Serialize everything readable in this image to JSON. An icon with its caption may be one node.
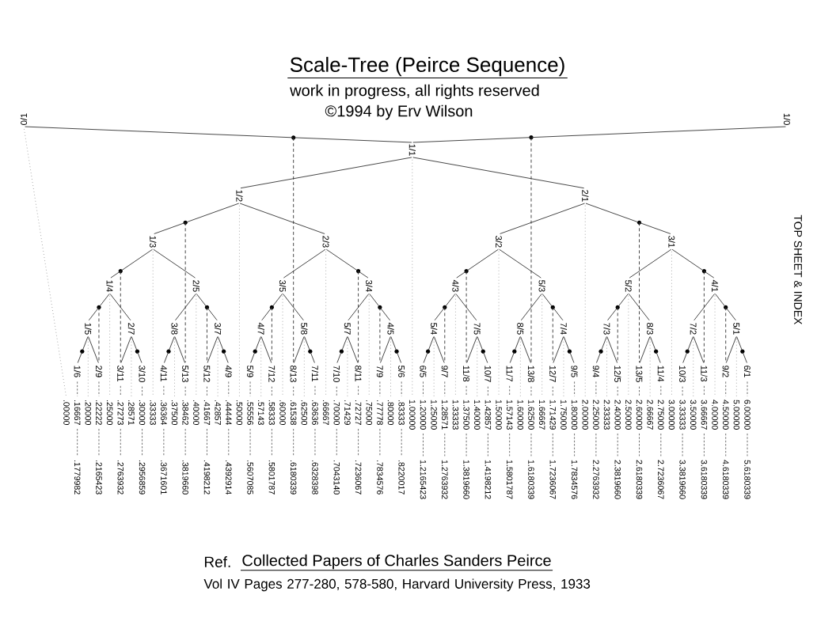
{
  "diagram": {
    "title": "Scale-Tree (Peirce Sequence)",
    "nodes": [
      {
        "text": [
          "0/1"
        ]
      },
      {
        "text": [
          "1/0"
        ]
      },
      {
        "text": [
          "1/1"
        ]
      },
      {
        "text": [
          "1/2"
        ]
      },
      {
        "text": [
          "2/1"
        ]
      },
      {
        "text": [
          "1/3"
        ]
      },
      {
        "text": [
          "2/3"
        ]
      },
      {
        "text": [
          "3/2"
        ]
      },
      {
        "text": [
          "3/1"
        ]
      },
      {
        "text": [
          "1/4"
        ]
      },
      {
        "text": [
          "2/5"
        ]
      },
      {
        "text": [
          "3/5"
        ]
      },
      {
        "text": [
          "3/4"
        ]
      },
      {
        "text": [
          "4/3"
        ]
      },
      {
        "text": [
          "5/3"
        ]
      },
      {
        "text": [
          "5/2"
        ]
      },
      {
        "text": [
          "4/1"
        ]
      },
      {
        "text": [
          "1/5"
        ]
      },
      {
        "text": [
          "2/7"
        ]
      },
      {
        "text": [
          "3/8"
        ]
      },
      {
        "text": [
          "3/7"
        ]
      },
      {
        "text": [
          "4/7"
        ]
      },
      {
        "text": [
          "5/8"
        ]
      },
      {
        "text": [
          "5/7"
        ]
      },
      {
        "text": [
          "4/5"
        ]
      },
      {
        "text": [
          "5/4"
        ]
      },
      {
        "text": [
          "7/5"
        ]
      },
      {
        "text": [
          "8/5"
        ]
      },
      {
        "text": [
          "7/4"
        ]
      },
      {
        "text": [
          "7/3"
        ]
      },
      {
        "text": [
          "8/3"
        ]
      },
      {
        "text": [
          "7/2"
        ]
      },
      {
        "text": [
          "5/1"
        ]
      },
      {
        "text": [
          "1/6"
        ]
      },
      {
        "text": [
          "2/9"
        ]
      },
      {
        "text": [
          "3/11"
        ]
      },
      {
        "text": [
          "3/10"
        ]
      },
      {
        "text": [
          "4/11"
        ]
      },
      {
        "text": [
          "5/13"
        ]
      },
      {
        "text": [
          "5/12"
        ]
      },
      {
        "text": [
          "4/9"
        ]
      },
      {
        "text": [
          "5/9"
        ]
      },
      {
        "text": [
          "7/12"
        ]
      },
      {
        "text": [
          "8/13"
        ]
      },
      {
        "text": [
          "7/11"
        ]
      },
      {
        "text": [
          "7/10"
        ]
      },
      {
        "text": [
          "8/11"
        ]
      },
      {
        "text": [
          "7/9"
        ]
      },
      {
        "text": [
          "5/6"
        ]
      },
      {
        "text": [
          "6/5"
        ]
      },
      {
        "text": [
          "9/7"
        ]
      },
      {
        "text": [
          "11/8"
        ]
      },
      {
        "text": [
          "10/7"
        ]
      },
      {
        "text": [
          "11/7"
        ]
      },
      {
        "text": [
          "13/8"
        ]
      },
      {
        "text": [
          "12/7"
        ]
      },
      {
        "text": [
          "9/5"
        ]
      },
      {
        "text": [
          "9/4"
        ]
      },
      {
        "text": [
          "12/5"
        ]
      },
      {
        "text": [
          "13/5"
        ]
      },
      {
        "text": [
          "11/4"
        ]
      },
      {
        "text": [
          "10/3"
        ]
      },
      {
        "text": [
          "11/3"
        ]
      },
      {
        "text": [
          "9/2"
        ]
      },
      {
        "text": [
          "6/1"
        ]
      },
      {
        "text": [],
        "shape": "circle"
      },
      {
        "text": [],
        "shape": "circle"
      },
      {
        "text": [],
        "shape": "circle"
      },
      {
        "text": [],
        "shape": "circle"
      },
      {
        "text": [],
        "shape": "circle"
      },
      {
        "text": [],
        "shape": "circle"
      },
      {
        "text": [],
        "shape": "circle"
      },
      {
        "text": [],
        "shape": "circle"
      },
      {
        "text": [],
        "shape": "circle"
      },
      {
        "text": [],
        "shape": "circle"
      },
      {
        "text": [],
        "shape": "circle"
      },
      {
        "text": [],
        "shape": "circle"
      },
      {
        "text": [],
        "shape": "circle"
      },
      {
        "text": [],
        "shape": "circle"
      },
      {
        "text": [],
        "shape": "circle"
      },
      {
        "text": [],
        "shape": "circle"
      },
      {
        "text": [],
        "shape": "circle"
      },
      {
        "text": [],
        "shape": "circle"
      },
      {
        "text": [],
        "shape": "circle"
      },
      {
        "text": [],
        "shape": "circle"
      },
      {
        "text": [],
        "shape": "circle"
      },
      {
        "text": [],
        "shape": "circle"
      },
      {
        "text": [],
        "shape": "circle"
      },
      {
        "text": [],
        "shape": "circle"
      },
      {
        "text": [],
        "shape": "circle"
      },
      {
        "text": [],
        "shape": "circle"
      },
      {
        "text": [],
        "shape": "circle"
      },
      {
        "text": [],
        "shape": "circle"
      },
      {
        "text": [],
        "shape": "circle"
      },
      {
        "text": [],
        "shape": "circle"
      },
      {
        "text": [],
        "shape": "circle"
      },
      {
        "text": [],
        "shape": "circle"
      },
      {
        "text": [
          ".00000"
        ]
      },
      {
        "text": [
          ".16667"
        ]
      },
      {
        "text": [
          ".1779982"
        ]
      },
      {
        "text": [
          ".20000"
        ]
      },
      {
        "text": [
          ".22222"
        ]
      },
      {
        "text": [
          ".2165423"
        ]
      },
      {
        "text": [
          ".25000"
        ]
      },
      {
        "text": [
          ".27273"
        ]
      },
      {
        "text": [
          ".2763932"
        ]
      },
      {
        "text": [
          ".28571"
        ]
      },
      {
        "text": [
          ".30000"
        ]
      },
      {
        "text": [
          ".2956859"
        ]
      },
      {
        "text": [
          ".33333"
        ]
      },
      {
        "text": [
          ".36364"
        ]
      },
      {
        "text": [
          ".3671601"
        ]
      },
      {
        "text": [
          ".37500"
        ]
      },
      {
        "text": [
          ".38462"
        ]
      },
      {
        "text": [
          ".3819660"
        ]
      },
      {
        "text": [
          ".40000"
        ]
      },
      {
        "text": [
          ".41667"
        ]
      },
      {
        "text": [
          ".4198212"
        ]
      },
      {
        "text": [
          ".42857"
        ]
      },
      {
        "text": [
          ".44444"
        ]
      },
      {
        "text": [
          ".4392914"
        ]
      },
      {
        "text": [
          ".50000"
        ]
      },
      {
        "text": [
          ".55556"
        ]
      },
      {
        "text": [
          ".5607085"
        ]
      },
      {
        "text": [
          ".57143"
        ]
      },
      {
        "text": [
          ".58333"
        ]
      },
      {
        "text": [
          ".5801787"
        ]
      },
      {
        "text": [
          ".60000"
        ]
      },
      {
        "text": [
          ".61538"
        ]
      },
      {
        "text": [
          ".6180339"
        ]
      },
      {
        "text": [
          ".62500"
        ]
      },
      {
        "text": [
          ".63636"
        ]
      },
      {
        "text": [
          ".6328398"
        ]
      },
      {
        "text": [
          ".66667"
        ]
      },
      {
        "text": [
          ".70000"
        ]
      },
      {
        "text": [
          ".7043140"
        ]
      },
      {
        "text": [
          ".71429"
        ]
      },
      {
        "text": [
          ".72727"
        ]
      },
      {
        "text": [
          ".7236067"
        ]
      },
      {
        "text": [
          ".75000"
        ]
      },
      {
        "text": [
          ".77778"
        ]
      },
      {
        "text": [
          ".7834576"
        ]
      },
      {
        "text": [
          ".80000"
        ]
      },
      {
        "text": [
          ".83333"
        ]
      },
      {
        "text": [
          ".8220017"
        ]
      },
      {
        "text": [
          "1.00000"
        ]
      },
      {
        "text": [
          "1.20000"
        ]
      },
      {
        "text": [
          "1.2165423"
        ]
      },
      {
        "text": [
          "1.25000"
        ]
      },
      {
        "text": [
          "1.28571"
        ]
      },
      {
        "text": [
          "1.2763932"
        ]
      },
      {
        "text": [
          "1.33333"
        ]
      },
      {
        "text": [
          "1.37500"
        ]
      },
      {
        "text": [
          "1.3819660"
        ]
      },
      {
        "text": [
          "1.40000"
        ]
      },
      {
        "text": [
          "1.42857"
        ]
      },
      {
        "text": [
          "1.4198212"
        ]
      },
      {
        "text": [
          "1.50000"
        ]
      },
      {
        "text": [
          "1.57143"
        ]
      },
      {
        "text": [
          "1.5801787"
        ]
      },
      {
        "text": [
          "1.60000"
        ]
      },
      {
        "text": [
          "1.62500"
        ]
      },
      {
        "text": [
          "1.6180339"
        ]
      },
      {
        "text": [
          "1.66667"
        ]
      },
      {
        "text": [
          "1.71429"
        ]
      },
      {
        "text": [
          "1.7236067"
        ]
      },
      {
        "text": [
          "1.75000"
        ]
      },
      {
        "text": [
          "1.80000"
        ]
      },
      {
        "text": [
          "1.7834576"
        ]
      },
      {
        "text": [
          "2.00000"
        ]
      },
      {
        "text": [
          "2.25000"
        ]
      },
      {
        "text": [
          "2.2763932"
        ]
      },
      {
        "text": [
          "2.33333"
        ]
      },
      {
        "text": [
          "2.40000"
        ]
      },
      {
        "text": [
          "2.3819660"
        ]
      },
      {
        "text": [
          "2.50000"
        ]
      },
      {
        "text": [
          "2.60000"
        ]
      },
      {
        "text": [
          "2.6180339"
        ]
      },
      {
        "text": [
          "2.66667"
        ]
      },
      {
        "text": [
          "2.75000"
        ]
      },
      {
        "text": [
          "2.7236067"
        ]
      },
      {
        "text": [
          "3.00000"
        ]
      },
      {
        "text": [
          "3.33333"
        ]
      },
      {
        "text": [
          "3.3819660"
        ]
      },
      {
        "text": [
          "3.50000"
        ]
      },
      {
        "text": [
          "3.66667"
        ]
      },
      {
        "text": [
          "3.6180339"
        ]
      },
      {
        "text": [
          "4.00000"
        ]
      },
      {
        "text": [
          "4.50000"
        ]
      },
      {
        "text": [
          "4.6180339"
        ]
      },
      {
        "text": [
          "5.00000"
        ]
      },
      {
        "text": [
          "6.00000"
        ]
      },
      {
        "text": [
          "5.6180339"
        ]
      }
    ],
    "edges": [
      {
        "from": 2,
        "to": 75,
        "arrow": "none"
      },
      {
        "from": 75,
        "to": 0,
        "arrow": "none"
      },
      {
        "from": 2,
        "to": 86,
        "arrow": "none"
      },
      {
        "from": 86,
        "to": 1,
        "arrow": "none"
      },
      {
        "from": 2,
        "to": 3,
        "arrow": "none"
      },
      {
        "from": 2,
        "to": 4,
        "arrow": "none"
      },
      {
        "from": 3,
        "to": 70,
        "arrow": "none"
      },
      {
        "from": 70,
        "to": 5,
        "arrow": "none"
      },
      {
        "from": 3,
        "to": 6,
        "arrow": "none"
      },
      {
        "from": 4,
        "to": 7,
        "arrow": "none"
      },
      {
        "from": 4,
        "to": 91,
        "arrow": "none"
      },
      {
        "from": 91,
        "to": 8,
        "arrow": "none"
      },
      {
        "from": 5,
        "to": 67,
        "arrow": "none"
      },
      {
        "from": 67,
        "to": 9,
        "arrow": "none"
      },
      {
        "from": 5,
        "to": 10,
        "arrow": "none"
      },
      {
        "from": 6,
        "to": 11,
        "arrow": "none"
      },
      {
        "from": 6,
        "to": 78,
        "arrow": "none"
      },
      {
        "from": 78,
        "to": 12,
        "arrow": "none"
      },
      {
        "from": 7,
        "to": 83,
        "arrow": "none"
      },
      {
        "from": 83,
        "to": 13,
        "arrow": "none"
      },
      {
        "from": 7,
        "to": 14,
        "arrow": "none"
      },
      {
        "from": 8,
        "to": 15,
        "arrow": "none"
      },
      {
        "from": 8,
        "to": 94,
        "arrow": "none"
      },
      {
        "from": 94,
        "to": 16,
        "arrow": "none"
      },
      {
        "from": 9,
        "to": 66,
        "arrow": "none"
      },
      {
        "from": 66,
        "to": 17,
        "arrow": "none"
      },
      {
        "from": 9,
        "to": 18,
        "arrow": "none"
      },
      {
        "from": 10,
        "to": 19,
        "arrow": "none"
      },
      {
        "from": 10,
        "to": 71,
        "arrow": "none"
      },
      {
        "from": 71,
        "to": 20,
        "arrow": "none"
      },
      {
        "from": 11,
        "to": 74,
        "arrow": "none"
      },
      {
        "from": 74,
        "to": 21,
        "arrow": "none"
      },
      {
        "from": 11,
        "to": 22,
        "arrow": "none"
      },
      {
        "from": 12,
        "to": 23,
        "arrow": "none"
      },
      {
        "from": 12,
        "to": 79,
        "arrow": "none"
      },
      {
        "from": 79,
        "to": 24,
        "arrow": "none"
      },
      {
        "from": 13,
        "to": 82,
        "arrow": "none"
      },
      {
        "from": 82,
        "to": 25,
        "arrow": "none"
      },
      {
        "from": 13,
        "to": 26,
        "arrow": "none"
      },
      {
        "from": 14,
        "to": 27,
        "arrow": "none"
      },
      {
        "from": 14,
        "to": 87,
        "arrow": "none"
      },
      {
        "from": 87,
        "to": 28,
        "arrow": "none"
      },
      {
        "from": 15,
        "to": 90,
        "arrow": "none"
      },
      {
        "from": 90,
        "to": 29,
        "arrow": "none"
      },
      {
        "from": 15,
        "to": 30,
        "arrow": "none"
      },
      {
        "from": 16,
        "to": 31,
        "arrow": "none"
      },
      {
        "from": 16,
        "to": 95,
        "arrow": "none"
      },
      {
        "from": 95,
        "to": 32,
        "arrow": "none"
      },
      {
        "from": 17,
        "to": 65,
        "arrow": "none"
      },
      {
        "from": 65,
        "to": 33,
        "arrow": "none"
      },
      {
        "from": 17,
        "to": 34,
        "arrow": "none"
      },
      {
        "from": 18,
        "to": 35,
        "arrow": "none"
      },
      {
        "from": 18,
        "to": 68,
        "arrow": "none"
      },
      {
        "from": 68,
        "to": 36,
        "arrow": "none"
      },
      {
        "from": 19,
        "to": 69,
        "arrow": "none"
      },
      {
        "from": 69,
        "to": 37,
        "arrow": "none"
      },
      {
        "from": 19,
        "to": 38,
        "arrow": "none"
      },
      {
        "from": 20,
        "to": 39,
        "arrow": "none"
      },
      {
        "from": 20,
        "to": 72,
        "arrow": "none"
      },
      {
        "from": 72,
        "to": 40,
        "arrow": "none"
      },
      {
        "from": 21,
        "to": 73,
        "arrow": "none"
      },
      {
        "from": 73,
        "to": 41,
        "arrow": "none"
      },
      {
        "from": 21,
        "to": 42,
        "arrow": "none"
      },
      {
        "from": 22,
        "to": 43,
        "arrow": "none"
      },
      {
        "from": 22,
        "to": 76,
        "arrow": "none"
      },
      {
        "from": 76,
        "to": 44,
        "arrow": "none"
      },
      {
        "from": 23,
        "to": 77,
        "arrow": "none"
      },
      {
        "from": 77,
        "to": 45,
        "arrow": "none"
      },
      {
        "from": 23,
        "to": 46,
        "arrow": "none"
      },
      {
        "from": 24,
        "to": 47,
        "arrow": "none"
      },
      {
        "from": 24,
        "to": 80,
        "arrow": "none"
      },
      {
        "from": 80,
        "to": 48,
        "arrow": "none"
      },
      {
        "from": 25,
        "to": 81,
        "arrow": "none"
      },
      {
        "from": 81,
        "to": 49,
        "arrow": "none"
      },
      {
        "from": 25,
        "to": 50,
        "arrow": "none"
      },
      {
        "from": 26,
        "to": 51,
        "arrow": "none"
      },
      {
        "from": 26,
        "to": 84,
        "arrow": "none"
      },
      {
        "from": 84,
        "to": 52,
        "arrow": "none"
      },
      {
        "from": 27,
        "to": 85,
        "arrow": "none"
      },
      {
        "from": 85,
        "to": 53,
        "arrow": "none"
      },
      {
        "from": 27,
        "to": 54,
        "arrow": "none"
      },
      {
        "from": 28,
        "to": 55,
        "arrow": "none"
      },
      {
        "from": 28,
        "to": 88,
        "arrow": "none"
      },
      {
        "from": 88,
        "to": 56,
        "arrow": "none"
      },
      {
        "from": 29,
        "to": 89,
        "arrow": "none"
      },
      {
        "from": 89,
        "to": 57,
        "arrow": "none"
      },
      {
        "from": 29,
        "to": 58,
        "arrow": "none"
      },
      {
        "from": 30,
        "to": 59,
        "arrow": "none"
      },
      {
        "from": 30,
        "to": 92,
        "arrow": "none"
      },
      {
        "from": 92,
        "to": 60,
        "arrow": "none"
      },
      {
        "from": 31,
        "to": 93,
        "arrow": "none"
      },
      {
        "from": 93,
        "to": 61,
        "arrow": "none"
      },
      {
        "from": 31,
        "to": 62,
        "arrow": "none"
      },
      {
        "from": 32,
        "to": 63,
        "arrow": "none"
      },
      {
        "from": 32,
        "to": 96,
        "arrow": "none"
      },
      {
        "from": 96,
        "to": 64,
        "arrow": "none"
      },
      {
        "from": 66,
        "to": 34,
        "arrow": "none",
        "style": "dashed"
      },
      {
        "from": 67,
        "to": 35,
        "arrow": "none",
        "style": "dashed"
      },
      {
        "from": 70,
        "to": 38,
        "arrow": "none",
        "style": "dashed"
      },
      {
        "from": 71,
        "to": 39,
        "arrow": "none",
        "style": "dashed"
      },
      {
        "from": 74,
        "to": 42,
        "arrow": "none",
        "style": "dashed"
      },
      {
        "from": 75,
        "to": 43,
        "arrow": "none",
        "style": "dashed"
      },
      {
        "from": 78,
        "to": 46,
        "arrow": "none",
        "style": "dashed"
      },
      {
        "from": 79,
        "to": 47,
        "arrow": "none",
        "style": "dashed"
      },
      {
        "from": 82,
        "to": 50,
        "arrow": "none",
        "style": "dashed"
      },
      {
        "from": 83,
        "to": 51,
        "arrow": "none",
        "style": "dashed"
      },
      {
        "from": 86,
        "to": 54,
        "arrow": "none",
        "style": "dashed"
      },
      {
        "from": 87,
        "to": 55,
        "arrow": "none",
        "style": "dashed"
      },
      {
        "from": 90,
        "to": 58,
        "arrow": "none",
        "style": "dashed"
      },
      {
        "from": 91,
        "to": 59,
        "arrow": "none",
        "style": "dashed"
      },
      {
        "from": 94,
        "to": 62,
        "arrow": "none",
        "style": "dashed"
      },
      {
        "from": 95,
        "to": 63,
        "arrow": "none",
        "style": "dashed"
      },
      {
        "from": 0,
        "to": 97,
        "arrow": "none",
        "style": "dashed"
      },
      {
        "from": 33,
        "to": 98,
        "arrow": "none",
        "style": "dashed"
      },
      {
        "from": 98,
        "to": 99,
        "arrow": "none",
        "style": "dashed"
      },
      {
        "from": 17,
        "to": 100,
        "arrow": "none",
        "style": "dashed"
      },
      {
        "from": 34,
        "to": 101,
        "arrow": "none",
        "style": "dashed"
      },
      {
        "from": 101,
        "to": 102,
        "arrow": "none",
        "style": "dashed"
      },
      {
        "from": 9,
        "to": 103,
        "arrow": "none",
        "style": "dashed"
      },
      {
        "from": 35,
        "to": 104,
        "arrow": "none",
        "style": "dashed"
      },
      {
        "from": 104,
        "to": 105,
        "arrow": "none",
        "style": "dashed"
      },
      {
        "from": 18,
        "to": 106,
        "arrow": "none",
        "style": "dashed"
      },
      {
        "from": 36,
        "to": 107,
        "arrow": "none",
        "style": "dashed"
      },
      {
        "from": 107,
        "to": 108,
        "arrow": "none",
        "style": "dashed"
      },
      {
        "from": 5,
        "to": 109,
        "arrow": "none",
        "style": "dashed"
      },
      {
        "from": 37,
        "to": 110,
        "arrow": "none",
        "style": "dashed"
      },
      {
        "from": 110,
        "to": 111,
        "arrow": "none",
        "style": "dashed"
      },
      {
        "from": 19,
        "to": 112,
        "arrow": "none",
        "style": "dashed"
      },
      {
        "from": 38,
        "to": 113,
        "arrow": "none",
        "style": "dashed"
      },
      {
        "from": 113,
        "to": 114,
        "arrow": "none",
        "style": "dashed"
      },
      {
        "from": 10,
        "to": 115,
        "arrow": "none",
        "style": "dashed"
      },
      {
        "from": 39,
        "to": 116,
        "arrow": "none",
        "style": "dashed"
      },
      {
        "from": 116,
        "to": 117,
        "arrow": "none",
        "style": "dashed"
      },
      {
        "from": 20,
        "to": 118,
        "arrow": "none",
        "style": "dashed"
      },
      {
        "from": 40,
        "to": 119,
        "arrow": "none",
        "style": "dashed"
      },
      {
        "from": 119,
        "to": 120,
        "arrow": "none",
        "style": "dashed"
      },
      {
        "from": 3,
        "to": 121,
        "arrow": "none",
        "style": "dashed"
      },
      {
        "from": 41,
        "to": 122,
        "arrow": "none",
        "style": "dashed"
      },
      {
        "from": 122,
        "to": 123,
        "arrow": "none",
        "style": "dashed"
      },
      {
        "from": 21,
        "to": 124,
        "arrow": "none",
        "style": "dashed"
      },
      {
        "from": 42,
        "to": 125,
        "arrow": "none",
        "style": "dashed"
      },
      {
        "from": 125,
        "to": 126,
        "arrow": "none",
        "style": "dashed"
      },
      {
        "from": 11,
        "to": 127,
        "arrow": "none",
        "style": "dashed"
      },
      {
        "from": 43,
        "to": 128,
        "arrow": "none",
        "style": "dashed"
      },
      {
        "from": 128,
        "to": 129,
        "arrow": "none",
        "style": "dashed"
      },
      {
        "from": 22,
        "to": 130,
        "arrow": "none",
        "style": "dashed"
      },
      {
        "from": 44,
        "to": 131,
        "arrow": "none",
        "style": "dashed"
      },
      {
        "from": 131,
        "to": 132,
        "arrow": "none",
        "style": "dashed"
      },
      {
        "from": 6,
        "to": 133,
        "arrow": "none",
        "style": "dashed"
      },
      {
        "from": 45,
        "to": 134,
        "arrow": "none",
        "style": "dashed"
      },
      {
        "from": 134,
        "to": 135,
        "arrow": "none",
        "style": "dashed"
      },
      {
        "from": 23,
        "to": 136,
        "arrow": "none",
        "style": "dashed"
      },
      {
        "from": 46,
        "to": 137,
        "arrow": "none",
        "style": "dashed"
      },
      {
        "from": 137,
        "to": 138,
        "arrow": "none",
        "style": "dashed"
      },
      {
        "from": 12,
        "to": 139,
        "arrow": "none",
        "style": "dashed"
      },
      {
        "from": 47,
        "to": 140,
        "arrow": "none",
        "style": "dashed"
      },
      {
        "from": 140,
        "to": 141,
        "arrow": "none",
        "style": "dashed"
      },
      {
        "from": 24,
        "to": 142,
        "arrow": "none",
        "style": "dashed"
      },
      {
        "from": 48,
        "to": 143,
        "arrow": "none",
        "style": "dashed"
      },
      {
        "from": 143,
        "to": 144,
        "arrow": "none",
        "style": "dashed"
      },
      {
        "from": 2,
        "to": 145,
        "arrow": "none",
        "style": "dashed"
      },
      {
        "from": 49,
        "to": 146,
        "arrow": "none",
        "style": "dashed"
      },
      {
        "from": 146,
        "to": 147,
        "arrow": "none",
        "style": "dashed"
      },
      {
        "from": 25,
        "to": 148,
        "arrow": "none",
        "style": "dashed"
      },
      {
        "from": 50,
        "to": 149,
        "arrow": "none",
        "style": "dashed"
      },
      {
        "from": 149,
        "to": 150,
        "arrow": "none",
        "style": "dashed"
      },
      {
        "from": 13,
        "to": 151,
        "arrow": "none",
        "style": "dashed"
      },
      {
        "from": 51,
        "to": 152,
        "arrow": "none",
        "style": "dashed"
      },
      {
        "from": 152,
        "to": 153,
        "arrow": "none",
        "style": "dashed"
      },
      {
        "from": 26,
        "to": 154,
        "arrow": "none",
        "style": "dashed"
      },
      {
        "from": 52,
        "to": 155,
        "arrow": "none",
        "style": "dashed"
      },
      {
        "from": 155,
        "to": 156,
        "arrow": "none",
        "style": "dashed"
      },
      {
        "from": 7,
        "to": 157,
        "arrow": "none",
        "style": "dashed"
      },
      {
        "from": 53,
        "to": 158,
        "arrow": "none",
        "style": "dashed"
      },
      {
        "from": 158,
        "to": 159,
        "arrow": "none",
        "style": "dashed"
      },
      {
        "from": 27,
        "to": 160,
        "arrow": "none",
        "style": "dashed"
      },
      {
        "from": 54,
        "to": 161,
        "arrow": "none",
        "style": "dashed"
      },
      {
        "from": 161,
        "to": 162,
        "arrow": "none",
        "style": "dashed"
      },
      {
        "from": 14,
        "to": 163,
        "arrow": "none",
        "style": "dashed"
      },
      {
        "from": 55,
        "to": 164,
        "arrow": "none",
        "style": "dashed"
      },
      {
        "from": 164,
        "to": 165,
        "arrow": "none",
        "style": "dashed"
      },
      {
        "from": 28,
        "to": 166,
        "arrow": "none",
        "style": "dashed"
      },
      {
        "from": 56,
        "to": 167,
        "arrow": "none",
        "style": "dashed"
      },
      {
        "from": 167,
        "to": 168,
        "arrow": "none",
        "style": "dashed"
      },
      {
        "from": 4,
        "to": 169,
        "arrow": "none",
        "style": "dashed"
      },
      {
        "from": 57,
        "to": 170,
        "arrow": "none",
        "style": "dashed"
      },
      {
        "from": 170,
        "to": 171,
        "arrow": "none",
        "style": "dashed"
      },
      {
        "from": 29,
        "to": 172,
        "arrow": "none",
        "style": "dashed"
      },
      {
        "from": 58,
        "to": 173,
        "arrow": "none",
        "style": "dashed"
      },
      {
        "from": 173,
        "to": 174,
        "arrow": "none",
        "style": "dashed"
      },
      {
        "from": 15,
        "to": 175,
        "arrow": "none",
        "style": "dashed"
      },
      {
        "from": 59,
        "to": 176,
        "arrow": "none",
        "style": "dashed"
      },
      {
        "from": 176,
        "to": 177,
        "arrow": "none",
        "style": "dashed"
      },
      {
        "from": 30,
        "to": 178,
        "arrow": "none",
        "style": "dashed"
      },
      {
        "from": 60,
        "to": 179,
        "arrow": "none",
        "style": "dashed"
      },
      {
        "from": 179,
        "to": 180,
        "arrow": "none",
        "style": "dashed"
      },
      {
        "from": 8,
        "to": 181,
        "arrow": "none",
        "style": "dashed"
      },
      {
        "from": 61,
        "to": 182,
        "arrow": "none",
        "style": "dashed"
      },
      {
        "from": 182,
        "to": 183,
        "arrow": "none",
        "style": "dashed"
      },
      {
        "from": 31,
        "to": 184,
        "arrow": "none",
        "style": "dashed"
      },
      {
        "from": 62,
        "to": 185,
        "arrow": "none",
        "style": "dashed"
      },
      {
        "from": 185,
        "to": 186,
        "arrow": "none",
        "style": "dashed"
      },
      {
        "from": 16,
        "to": 187,
        "arrow": "none",
        "style": "dashed"
      },
      {
        "from": 63,
        "to": 188,
        "arrow": "none",
        "style": "dashed"
      },
      {
        "from": 188,
        "to": 189,
        "arrow": "none",
        "style": "dashed"
      },
      {
        "from": 32,
        "to": 190,
        "arrow": "none",
        "style": "dashed"
      },
      {
        "from": 64,
        "to": 191,
        "arrow": "none",
        "style": "dashed"
      },
      {
        "from": 191,
        "to": 192,
        "arrow": "none",
        "style": "dashed"
      }
    ],
    "labels": [
      "work in progress, all rights reserved",
      "©1994 by Erv Wilson",
      "TOP SHEET & INDEX",
      "Ref.",
      "Collected Papers of Charles Sanders Peirce",
      "Vol IV Pages 277-280, 578-580, Harvard University Press, 1933"
    ]
  }
}
